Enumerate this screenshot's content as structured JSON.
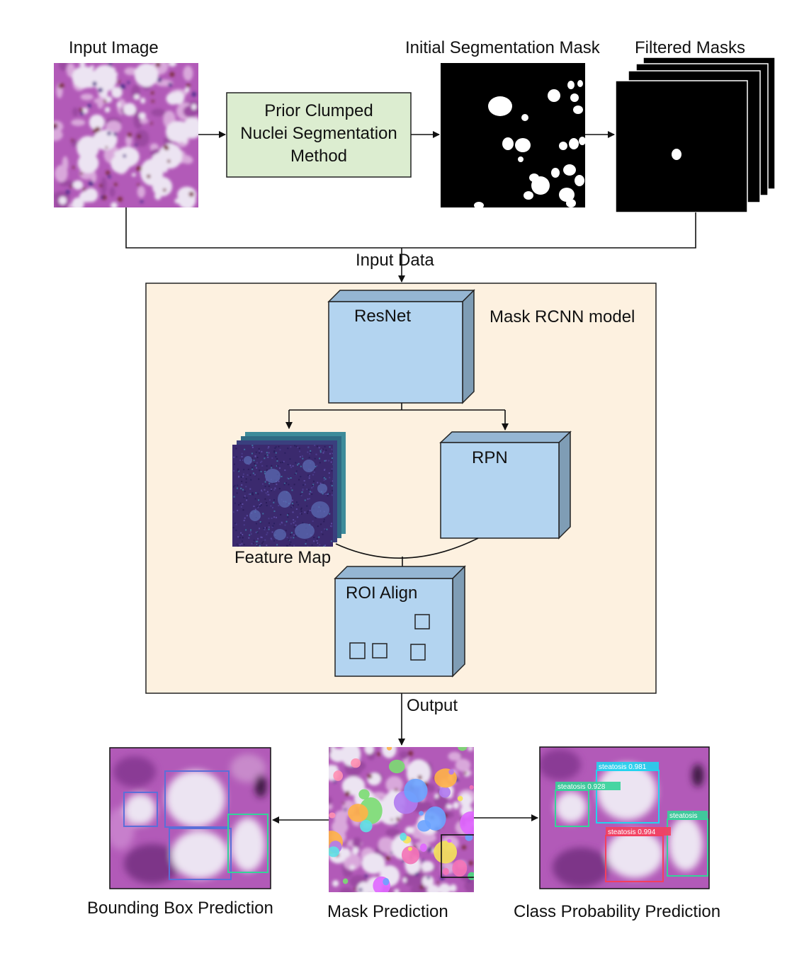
{
  "labels": {
    "input_image": "Input Image",
    "initial_mask": "Initial Segmentation Mask",
    "filtered_masks": "Filtered Masks",
    "prior_method": [
      "Prior Clumped",
      "Nuclei Segmentation",
      "Method"
    ],
    "input_data": "Input Data",
    "model": "Mask RCNN model",
    "resnet": "ResNet",
    "rpn": "RPN",
    "feature_map": "Feature Map",
    "roi_align": "ROI Align",
    "output": "Output",
    "bbox_prediction": "Bounding Box Prediction",
    "mask_prediction": "Mask Prediction",
    "class_prediction": "Class Probability Prediction"
  },
  "detections": [
    {
      "label": "steatosis 0.981",
      "color": "#22d3ee"
    },
    {
      "label": "steatosis 0.928",
      "color": "#34d399"
    },
    {
      "label": "steatosis",
      "color": "#34d399"
    },
    {
      "label": "steatosis 0.994",
      "color": "#f43f5e"
    }
  ],
  "colors": {
    "method_fill": "#dcedd0",
    "model_fill": "#fdf1e0",
    "cube_front": "#b3d4f0",
    "cube_side": "#7f9db5",
    "cube_top": "#95b6d3",
    "tissue_bg": "#b25ab8",
    "lipid": "#ece4f2"
  }
}
